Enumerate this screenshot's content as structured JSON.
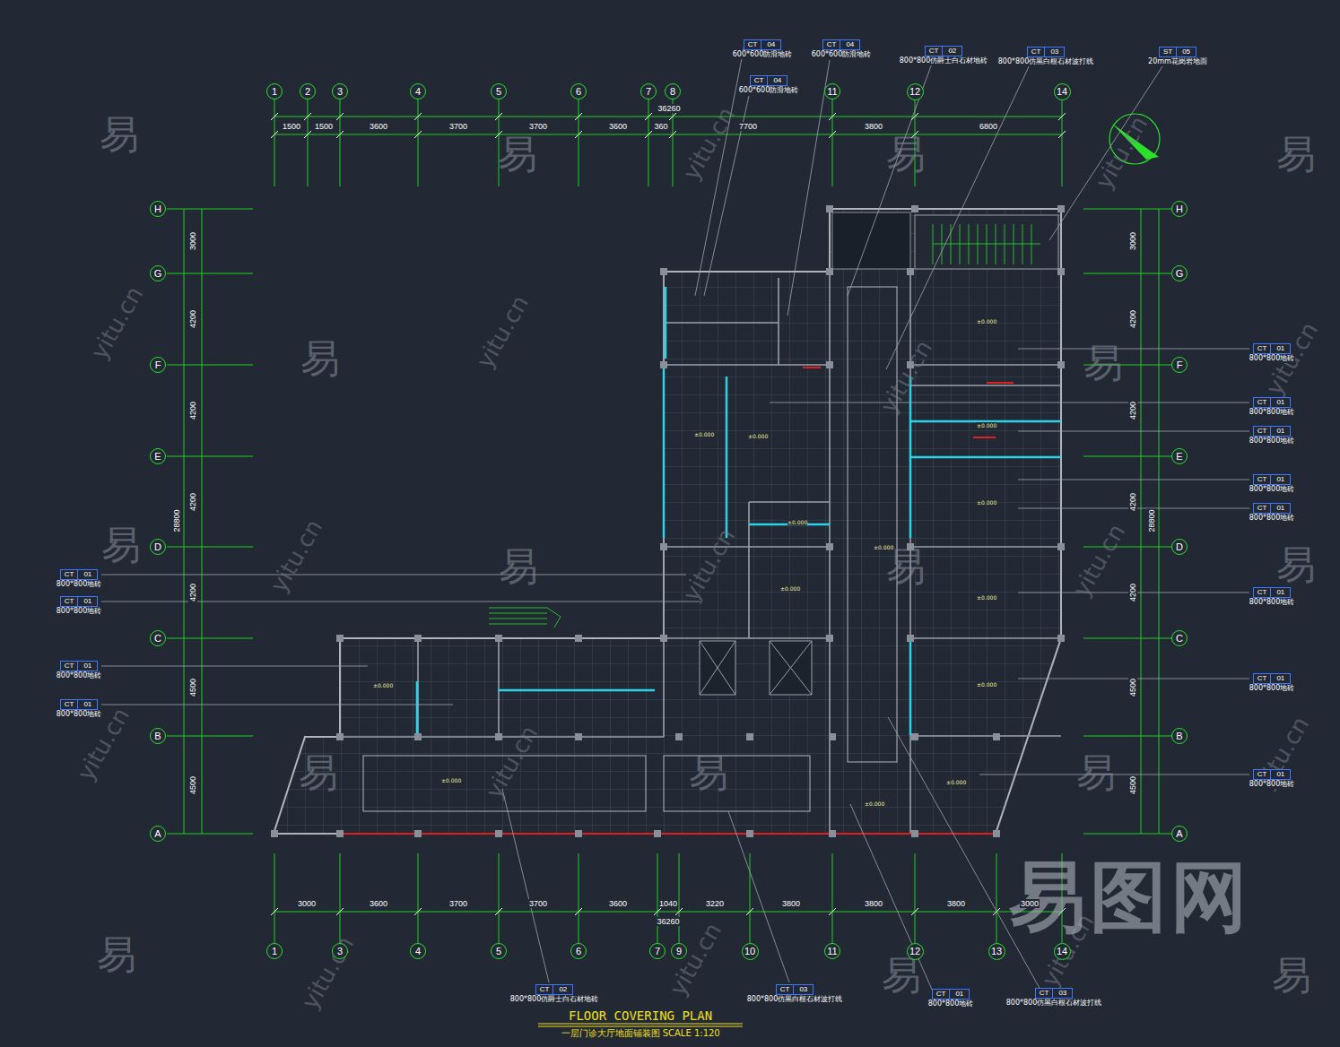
{
  "diagram": {
    "title": "FLOOR COVERING PLAN",
    "caption": "一层门诊大厅地面铺装图 SCALE 1:120",
    "nodes": [
      {
        "text": [
          "CT",
          "04",
          "600*600防滑地砖"
        ]
      },
      {
        "text": [
          "CT",
          "04",
          "600*600防滑地砖"
        ]
      },
      {
        "text": [
          "CT",
          "04",
          "600*600防滑地砖"
        ]
      },
      {
        "text": [
          "CT",
          "02",
          "800*800仿爵士白石材地砖"
        ]
      },
      {
        "text": [
          "CT",
          "03",
          "800*800仿黑白根石材波打线"
        ]
      },
      {
        "text": [
          "ST",
          "05",
          "20mm花岗岩地面"
        ]
      },
      {
        "text": [
          "1"
        ]
      },
      {
        "text": [
          "2"
        ]
      },
      {
        "text": [
          "3"
        ]
      },
      {
        "text": [
          "4"
        ]
      },
      {
        "text": [
          "5"
        ]
      },
      {
        "text": [
          "6"
        ]
      },
      {
        "text": [
          "7"
        ]
      },
      {
        "text": [
          "8"
        ]
      },
      {
        "text": [
          "11"
        ]
      },
      {
        "text": [
          "12"
        ]
      },
      {
        "text": [
          "14"
        ]
      },
      {
        "text": [
          "H"
        ]
      },
      {
        "text": [
          "G"
        ]
      },
      {
        "text": [
          "F"
        ]
      },
      {
        "text": [
          "E"
        ]
      },
      {
        "text": [
          "D"
        ]
      },
      {
        "text": [
          "C"
        ]
      },
      {
        "text": [
          "B"
        ]
      },
      {
        "text": [
          "A"
        ]
      },
      {
        "text": [
          "CT",
          "01",
          "800*800地砖"
        ]
      },
      {
        "text": [
          "CT",
          "01",
          "800*800地砖"
        ]
      },
      {
        "text": [
          "CT",
          "01",
          "800*800地砖"
        ]
      },
      {
        "text": [
          "CT",
          "01",
          "800*800地砖"
        ]
      },
      {
        "text": [
          "H"
        ]
      },
      {
        "text": [
          "G"
        ]
      },
      {
        "text": [
          "F"
        ]
      },
      {
        "text": [
          "E"
        ]
      },
      {
        "text": [
          "D"
        ]
      },
      {
        "text": [
          "C"
        ]
      },
      {
        "text": [
          "B"
        ]
      },
      {
        "text": [
          "A"
        ]
      },
      {
        "text": [
          "CT",
          "01",
          "800*800地砖"
        ]
      },
      {
        "text": [
          "CT",
          "01",
          "800*800地砖"
        ]
      },
      {
        "text": [
          "CT",
          "01",
          "800*800地砖"
        ]
      },
      {
        "text": [
          "CT",
          "01",
          "800*800地砖"
        ]
      },
      {
        "text": [
          "CT",
          "01",
          "800*800地砖"
        ]
      },
      {
        "text": [
          "CT",
          "01",
          "800*800地砖"
        ]
      },
      {
        "text": [
          "CT",
          "01",
          "800*800地砖"
        ]
      },
      {
        "text": [
          "CT",
          "01",
          "800*800地砖"
        ]
      },
      {
        "text": [
          "1"
        ]
      },
      {
        "text": [
          "3"
        ]
      },
      {
        "text": [
          "4"
        ]
      },
      {
        "text": [
          "5"
        ]
      },
      {
        "text": [
          "6"
        ]
      },
      {
        "text": [
          "7"
        ]
      },
      {
        "text": [
          "9"
        ]
      },
      {
        "text": [
          "10"
        ]
      },
      {
        "text": [
          "11"
        ]
      },
      {
        "text": [
          "12"
        ]
      },
      {
        "text": [
          "13"
        ]
      },
      {
        "text": [
          "14"
        ]
      },
      {
        "text": [
          "CT",
          "02",
          "800*800仿爵士白石材地砖"
        ]
      },
      {
        "text": [
          "CT",
          "03",
          "800*800仿黑白根石材波打线"
        ]
      },
      {
        "text": [
          "CT",
          "01",
          "800*800地砖"
        ]
      },
      {
        "text": [
          "CT",
          "03",
          "800*800仿黑白根石材波打线"
        ]
      }
    ],
    "labels": [
      "36260",
      "1500",
      "1500",
      "3600",
      "3700",
      "3700",
      "3600",
      "360",
      "7700",
      "3800",
      "6800",
      "36260",
      "3000",
      "3600",
      "3700",
      "3700",
      "3600",
      "1040",
      "3220",
      "3800",
      "3800",
      "3800",
      "3000",
      "28800",
      "3000",
      "4200",
      "4200",
      "4200",
      "4200",
      "4500",
      "4500",
      "28800",
      "3000",
      "4200",
      "4200",
      "4200",
      "4200",
      "4500",
      "4500",
      "±0.000",
      "±0.000",
      "±0.000",
      "±0.000",
      "±0.000",
      "±0.000",
      "±0.000",
      "±0.000",
      "±0.000",
      "±0.000",
      "±0.000",
      "±0.000",
      "±0.000",
      "±0.000",
      "易",
      "易",
      "易",
      "易",
      "易",
      "易",
      "易",
      "易",
      "易",
      "易",
      "易",
      "易",
      "易",
      "易",
      "易",
      "易",
      "yitu.cn",
      "yitu.cn",
      "yitu.cn",
      "yitu.cn",
      "yitu.cn",
      "yitu.cn",
      "yitu.cn",
      "yitu.cn",
      "yitu.cn",
      "yitu.cn",
      "yitu.cn",
      "yitu.cn",
      "yitu.cn",
      "yitu.cn",
      "yitu.cn",
      "易图网"
    ]
  }
}
